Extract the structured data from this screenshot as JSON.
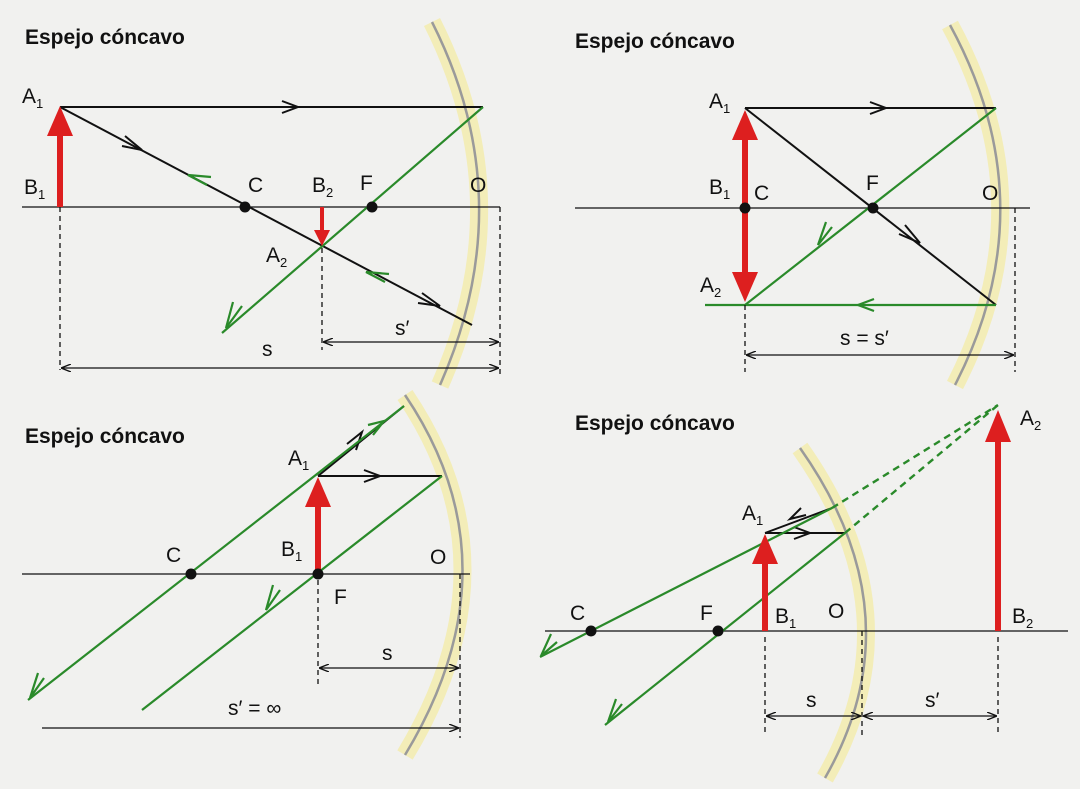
{
  "colors": {
    "background": "#f1f1ef",
    "axis": "#111111",
    "ray_black": "#111111",
    "ray_green": "#2a8a2a",
    "object_arrow": "#dd1f1f",
    "mirror_stroke": "#9a9a9a",
    "mirror_glow": "#f3edb8"
  },
  "panels": [
    {
      "title": "Espejo cóncavo",
      "labels": {
        "a1": {
          "main": "A",
          "sub": "1"
        },
        "b1": {
          "main": "B",
          "sub": "1"
        },
        "c": "C",
        "b2": {
          "main": "B",
          "sub": "2"
        },
        "f": "F",
        "o": "O",
        "a2": {
          "main": "A",
          "sub": "2"
        },
        "s_prime": "s′",
        "s": "s"
      }
    },
    {
      "title": "Espejo cóncavo",
      "labels": {
        "a1": {
          "main": "A",
          "sub": "1"
        },
        "b1": {
          "main": "B",
          "sub": "1"
        },
        "c": "C",
        "f": "F",
        "o": "O",
        "a2": {
          "main": "A",
          "sub": "2"
        },
        "s_eq": "s = s′"
      }
    },
    {
      "title": "Espejo cóncavo",
      "labels": {
        "a1": {
          "main": "A",
          "sub": "1"
        },
        "c": "C",
        "b1": {
          "main": "B",
          "sub": "1"
        },
        "o": "O",
        "f": "F",
        "s": "s",
        "s_inf": "s′ = ∞"
      }
    },
    {
      "title": "Espejo cóncavo",
      "labels": {
        "a2": {
          "main": "A",
          "sub": "2"
        },
        "a1": {
          "main": "A",
          "sub": "1"
        },
        "c": "C",
        "f": "F",
        "b1": {
          "main": "B",
          "sub": "1"
        },
        "o": "O",
        "b2": {
          "main": "B",
          "sub": "2"
        },
        "s": "s",
        "s_prime": "s′"
      }
    }
  ]
}
